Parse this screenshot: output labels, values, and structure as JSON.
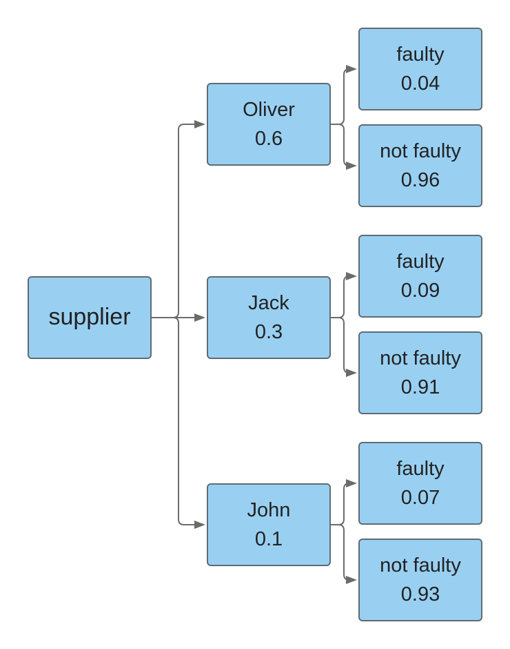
{
  "colors": {
    "node_fill": "#99d0f2",
    "node_border": "#5e6b73",
    "connector": "#6b6b6b",
    "text": "#222222"
  },
  "root": {
    "label": "supplier"
  },
  "suppliers": [
    {
      "label": "Oliver",
      "prob": "0.6",
      "outcomes": [
        {
          "label": "faulty",
          "prob": "0.04"
        },
        {
          "label": "not faulty",
          "prob": "0.96"
        }
      ]
    },
    {
      "label": "Jack",
      "prob": "0.3",
      "outcomes": [
        {
          "label": "faulty",
          "prob": "0.09"
        },
        {
          "label": "not faulty",
          "prob": "0.91"
        }
      ]
    },
    {
      "label": "John",
      "prob": "0.1",
      "outcomes": [
        {
          "label": "faulty",
          "prob": "0.07"
        },
        {
          "label": "not faulty",
          "prob": "0.93"
        }
      ]
    }
  ]
}
